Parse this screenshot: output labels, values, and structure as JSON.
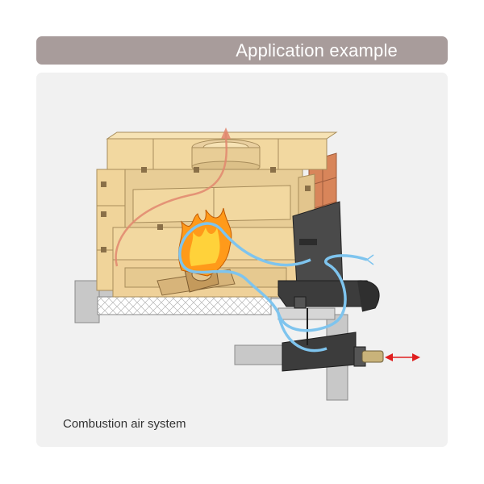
{
  "header": {
    "title": "Application example"
  },
  "panel": {
    "caption": "Combustion air system"
  },
  "colors": {
    "header_bg": "#a89c9b",
    "panel_bg": "#f1f1f1",
    "stone": "#f2d8a0",
    "stone_dark": "#dcc088",
    "steel": "#3c3c3c",
    "air_flow": "#7ec4ee",
    "exhaust_flow": "#e2876e",
    "arrow_red": "#e02020"
  },
  "icons": [
    "fireplace-illustration",
    "flame-icon",
    "air-flow-arrow",
    "exhaust-arrow",
    "double-arrow-icon"
  ]
}
